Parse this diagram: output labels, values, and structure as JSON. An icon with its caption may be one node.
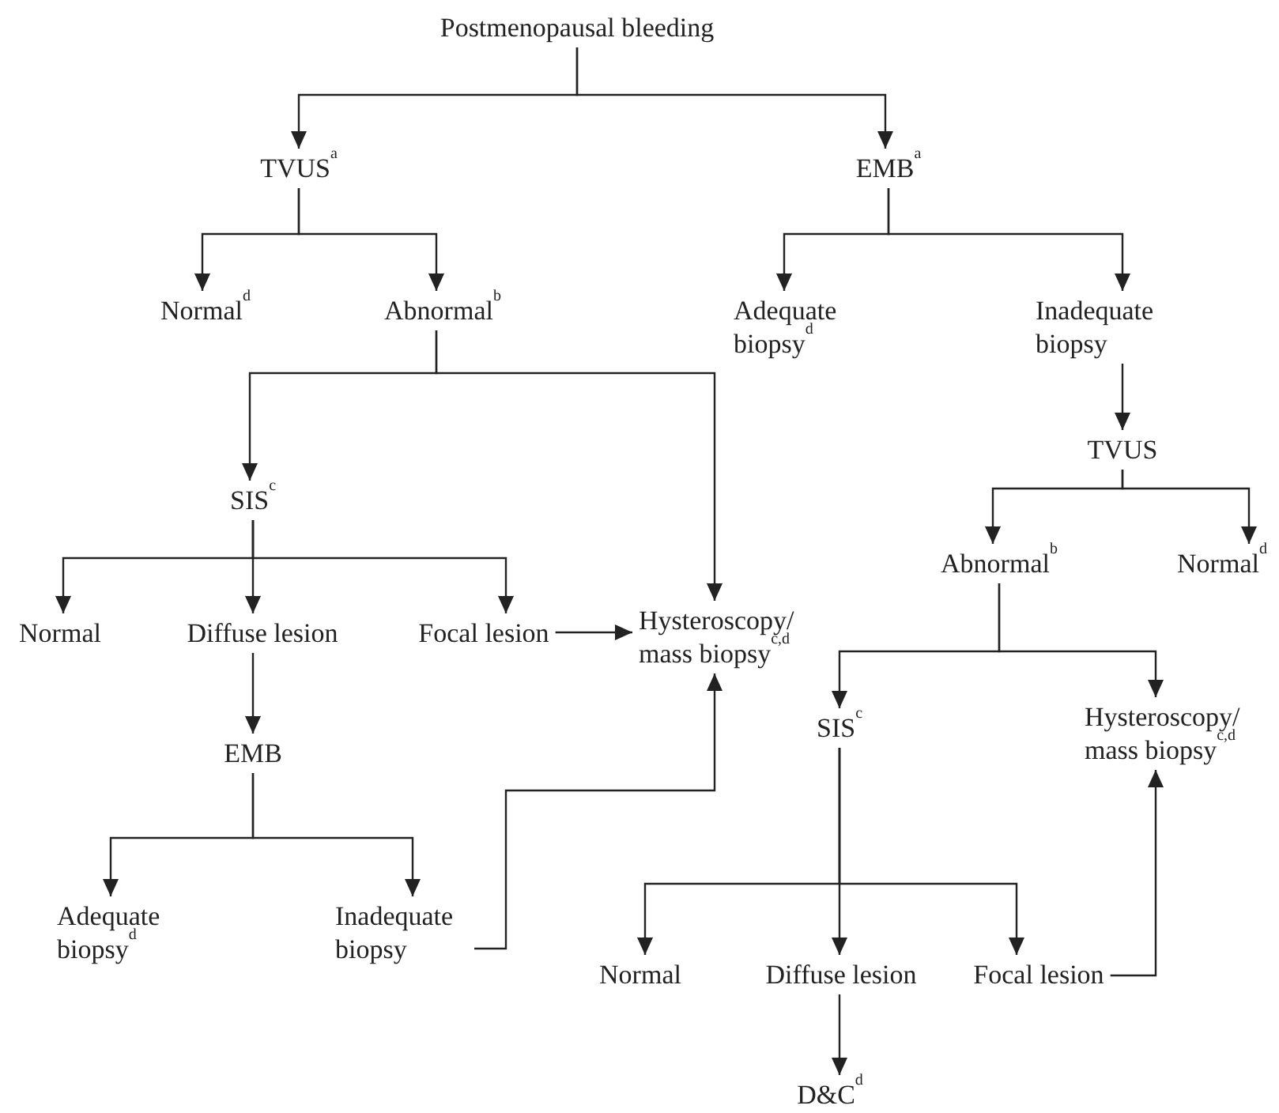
{
  "diagram": {
    "nodes": [
      {
        "text": [
          "Postmenopausal bleeding"
        ]
      },
      {
        "text": [
          "TVUS$^{a}$"
        ]
      },
      {
        "text": [
          "EMB$^{a}$"
        ]
      },
      {
        "text": [
          "Normal$^{d}$"
        ]
      },
      {
        "text": [
          "Abnormal$^{b}$"
        ]
      },
      {
        "text": [
          "Adequate biopsy$^{d}$"
        ]
      },
      {
        "text": [
          "Inadequate biopsy"
        ]
      },
      {
        "text": [
          "TVUS"
        ]
      },
      {
        "text": [
          "SIS$^{c}$"
        ]
      },
      {
        "text": [
          "Abnormal$^{b}$"
        ]
      },
      {
        "text": [
          "Normal$^{d}$"
        ]
      },
      {
        "text": [
          "Normal"
        ]
      },
      {
        "text": [
          "Diffuse lesion"
        ]
      },
      {
        "text": [
          "Focal lesion"
        ]
      },
      {
        "text": [
          "Hysteroscopy/ mass biopsy$^{c,d}$"
        ]
      },
      {
        "text": [
          "SIS$^{c}$"
        ]
      },
      {
        "text": [
          "Hysteroscopy/ mass biopsy$^{c,d}$"
        ]
      },
      {
        "text": [
          "EMB"
        ]
      },
      {
        "text": [
          "Adequate biopsy$^{d}$"
        ]
      },
      {
        "text": [
          "Inadequate biopsy"
        ]
      },
      {
        "text": [
          "Normal"
        ]
      },
      {
        "text": [
          "Diffuse lesion"
        ]
      },
      {
        "text": [
          "Focal lesion"
        ]
      },
      {
        "text": [
          "D&C$^{d}$"
        ]
      }
    ],
    "edges": [
      {
        "from": 0,
        "to": 1,
        "arrow": "to"
      },
      {
        "from": 0,
        "to": 2,
        "arrow": "to"
      },
      {
        "from": 1,
        "to": 3,
        "arrow": "to"
      },
      {
        "from": 1,
        "to": 4,
        "arrow": "to"
      },
      {
        "from": 2,
        "to": 5,
        "arrow": "to"
      },
      {
        "from": 2,
        "to": 6,
        "arrow": "to"
      },
      {
        "from": 4,
        "to": 8,
        "arrow": "to"
      },
      {
        "from": 4,
        "to": 14,
        "arrow": "to"
      },
      {
        "from": 6,
        "to": 7,
        "arrow": "to"
      },
      {
        "from": 7,
        "to": 9,
        "arrow": "to"
      },
      {
        "from": 7,
        "to": 10,
        "arrow": "to"
      },
      {
        "from": 8,
        "to": 11,
        "arrow": "to"
      },
      {
        "from": 8,
        "to": 12,
        "arrow": "to"
      },
      {
        "from": 8,
        "to": 13,
        "arrow": "to"
      },
      {
        "from": 13,
        "to": 14,
        "arrow": "to"
      },
      {
        "from": 9,
        "to": 15,
        "arrow": "to"
      },
      {
        "from": 9,
        "to": 16,
        "arrow": "to"
      },
      {
        "from": 12,
        "to": 17,
        "arrow": "to"
      },
      {
        "from": 17,
        "to": 18,
        "arrow": "to"
      },
      {
        "from": 17,
        "to": 19,
        "arrow": "to"
      },
      {
        "from": 19,
        "to": 14,
        "arrow": "to"
      },
      {
        "from": 15,
        "to": 20,
        "arrow": "to"
      },
      {
        "from": 15,
        "to": 21,
        "arrow": "to"
      },
      {
        "from": 15,
        "to": 22,
        "arrow": "to"
      },
      {
        "from": 21,
        "to": 23,
        "arrow": "to"
      },
      {
        "from": 22,
        "to": 16,
        "arrow": "to"
      }
    ]
  }
}
